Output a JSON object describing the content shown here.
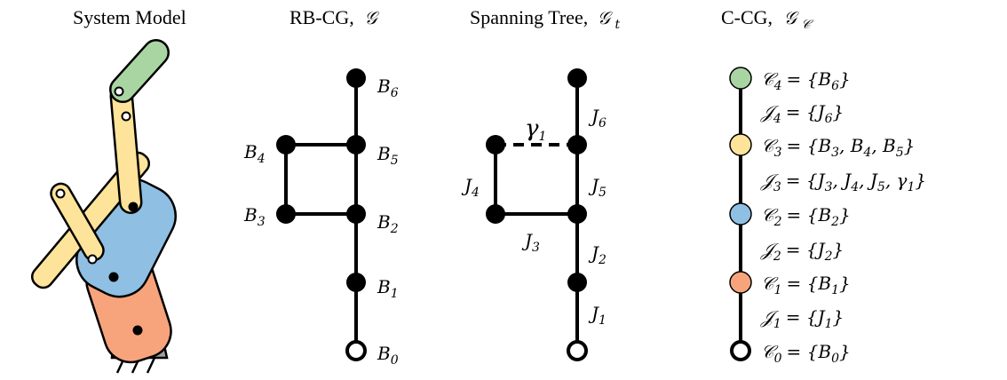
{
  "titles": {
    "system_model": "System Model",
    "rbcg": "RB-CG,",
    "rbcg_symbol": "𝒢",
    "spanning_tree": "Spanning Tree,",
    "spanning_symbol": "𝒢",
    "spanning_sub": "t",
    "ccg": "C-CG,",
    "ccg_symbol": "𝒢",
    "ccg_sub": "𝒞"
  },
  "colors": {
    "green": "#a8d5a2",
    "yellow": "#fde49a",
    "blue": "#8fbfe3",
    "orange": "#f7a47d",
    "gray": "#a0a0a0"
  },
  "rbcg": {
    "nodes": [
      {
        "label": "B",
        "sub": "6"
      },
      {
        "label": "B",
        "sub": "5"
      },
      {
        "label": "B",
        "sub": "4"
      },
      {
        "label": "B",
        "sub": "3"
      },
      {
        "label": "B",
        "sub": "2"
      },
      {
        "label": "B",
        "sub": "1"
      },
      {
        "label": "B",
        "sub": "0"
      }
    ]
  },
  "spanning": {
    "labels": [
      {
        "label": "J",
        "sub": "6"
      },
      {
        "label": "γ",
        "sub": "1"
      },
      {
        "label": "J",
        "sub": "5"
      },
      {
        "label": "J",
        "sub": "4"
      },
      {
        "label": "J",
        "sub": "3"
      },
      {
        "label": "J",
        "sub": "2"
      },
      {
        "label": "J",
        "sub": "1"
      }
    ]
  },
  "ccg": {
    "rows": [
      {
        "lhs": "𝒞",
        "sub": "4",
        "rhs": "= {B",
        "rsub": "6",
        "end": "}"
      },
      {
        "lhs": "𝒥",
        "sub": "4",
        "rhs": "= {J",
        "rsub": "6",
        "end": "}"
      },
      {
        "lhs": "𝒞",
        "sub": "3",
        "rhs": "= {B",
        "rsub": "3",
        "mid": ", B",
        "msub1": "4",
        "mid2": ", B",
        "msub2": "5",
        "end": "}"
      },
      {
        "lhs": "𝒥",
        "sub": "3",
        "rhs": "= {J",
        "rsub": "3",
        "mid": ", J",
        "msub1": "4",
        "mid2": ", J",
        "msub2": "5",
        "mid3": ", γ",
        "msub3": "1",
        "end": "}"
      },
      {
        "lhs": "𝒞",
        "sub": "2",
        "rhs": "= {B",
        "rsub": "2",
        "end": "}"
      },
      {
        "lhs": "𝒥",
        "sub": "2",
        "rhs": "= {J",
        "rsub": "2",
        "end": "}"
      },
      {
        "lhs": "𝒞",
        "sub": "1",
        "rhs": "= {B",
        "rsub": "1",
        "end": "}"
      },
      {
        "lhs": "𝒥",
        "sub": "1",
        "rhs": "= {J",
        "rsub": "1",
        "end": "}"
      },
      {
        "lhs": "𝒞",
        "sub": "0",
        "rhs": "= {B",
        "rsub": "0",
        "end": "}"
      }
    ]
  }
}
